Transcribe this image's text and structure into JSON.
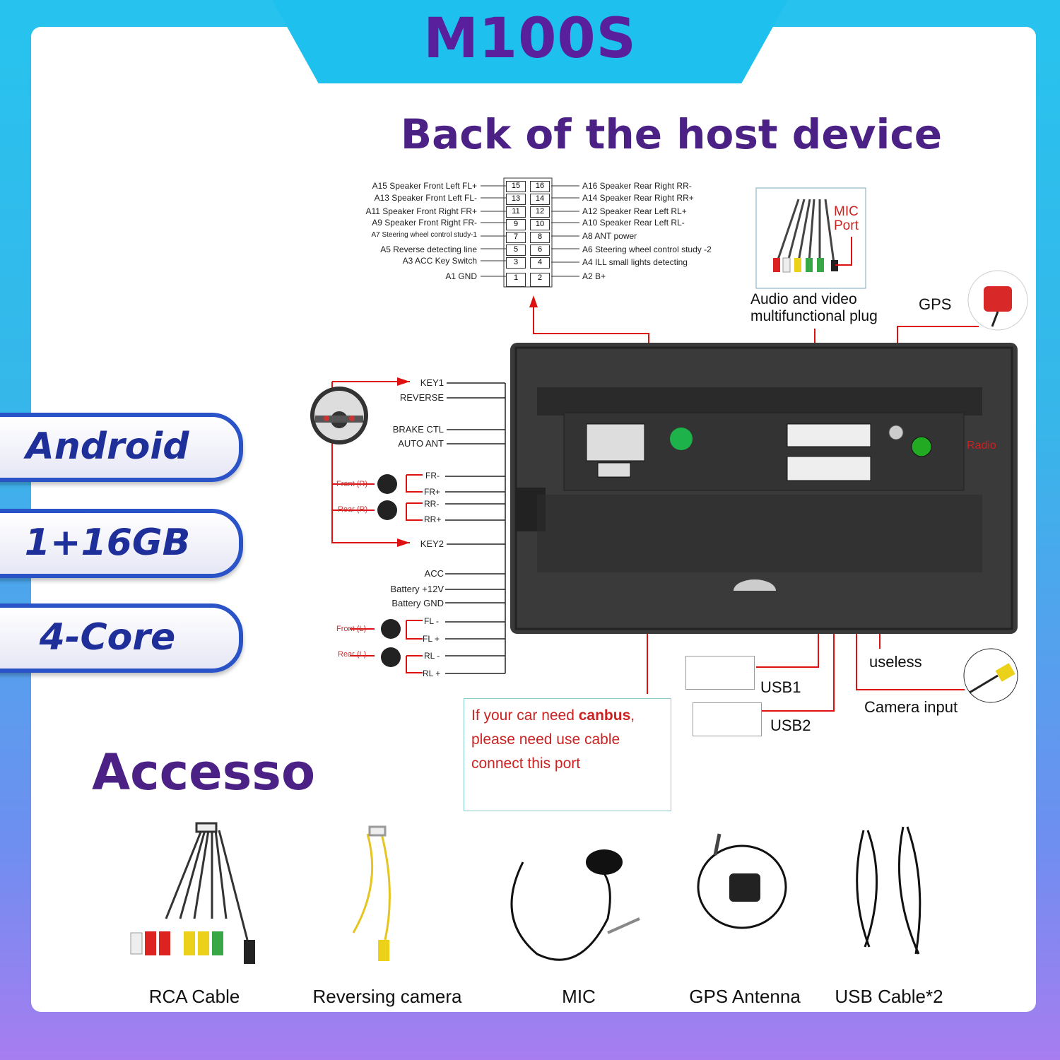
{
  "model": "M100S",
  "title": "Back of the host device",
  "specs": [
    "Android",
    "1+16GB",
    "4-Core"
  ],
  "pins_left": [
    "A15  Speaker Front Left FL+",
    "A13  Speaker Front Left FL-",
    "A11  Speaker Front Right FR+",
    "A9    Speaker Front Right FR-",
    "A7    Steering wheel control study-1",
    "A5   Reverse detecting line",
    "A3 ACC Key Switch",
    "A1 GND"
  ],
  "pins_right": [
    "A16 Speaker Rear Right RR-",
    "A14 Speaker Rear Right RR+",
    "A12 Speaker Rear Left RL+",
    "A10 Speaker Rear Left RL-",
    "A8   ANT power",
    "A6   Steering wheel control study -2",
    "A4   ILL small lights detecting",
    "A2   B+"
  ],
  "pin_numbers": [
    [
      "15",
      "16"
    ],
    [
      "13",
      "14"
    ],
    [
      "11",
      "12"
    ],
    [
      "9",
      "10"
    ],
    [
      "7",
      "8"
    ],
    [
      "5",
      "6"
    ],
    [
      "3",
      "4"
    ],
    [
      "1",
      "2"
    ]
  ],
  "wires_top": [
    "KEY1",
    "REVERSE",
    "BRAKE CTL",
    "AUTO ANT"
  ],
  "speakers_right": {
    "front": "Front (R)",
    "rear": "Rear (R)",
    "wires": [
      "FR-",
      "FR+",
      "RR-",
      "RR+"
    ]
  },
  "key2": "KEY2",
  "wires_power": [
    "ACC",
    "Battery +12V",
    "Battery GND"
  ],
  "speakers_left": {
    "front": "Front (L)",
    "rear": "Rear (L)",
    "wires": [
      "FL -",
      "FL +",
      "RL -",
      "RL +"
    ]
  },
  "labels": {
    "av_plug": [
      "Audio and video",
      "multifunctional plug"
    ],
    "mic_port": [
      "MIC",
      "Port"
    ],
    "gps": "GPS",
    "radio": "Radio",
    "usb1": "USB1",
    "usb2": "USB2",
    "useless": "useless",
    "camera_input": "Camera input"
  },
  "canbus_note": [
    "If your car need ",
    "canbus",
    ",",
    "please need use cable",
    "connect this port"
  ],
  "accessories_title": "Accesso",
  "accessories": [
    "RCA Cable",
    "Reversing camera",
    "MIC",
    "GPS Antenna",
    "USB Cable*2"
  ],
  "colors": {
    "brand_purple": "#4b2186",
    "banner_blue": "#1ec1ee",
    "wire_red": "#d11",
    "spec_border": "#2a53c8"
  }
}
